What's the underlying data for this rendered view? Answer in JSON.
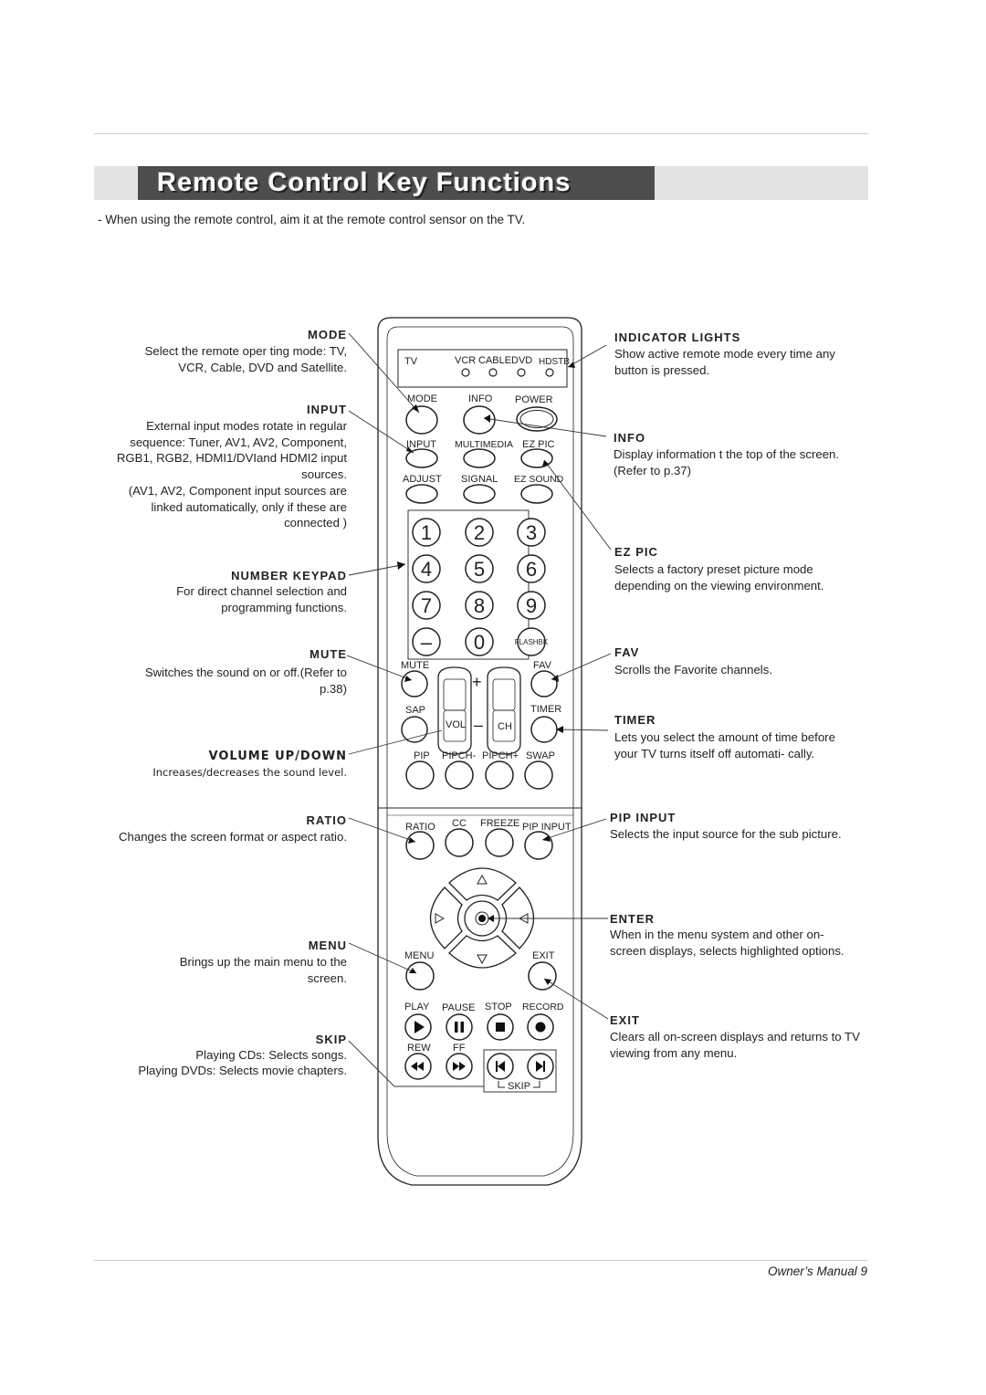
{
  "title": "Remote Control Key Functions",
  "intro": "-  When using the remote control, aim it at the remote control sensor on the TV.",
  "left_callouts": [
    {
      "label": "MODE",
      "desc": "Select the remote oper ting mode: TV, VCR, Cable, DVD and Satellite."
    },
    {
      "label": "INPUT",
      "desc": "External input modes rotate in regular sequence: Tuner, AV1, AV2, Component, RGB1, RGB2, HDMI1/DVIand HDMI2 input sources.",
      "note": "(AV1, AV2, Component  input sources are linked automatically, only if these are connected )"
    },
    {
      "label": "NUMBER KEYPAD",
      "desc": "For direct channel selection and programming functions."
    },
    {
      "label": "MUTE",
      "desc": "Switches the sound on or off.(Refer to p.38)"
    },
    {
      "label": "VOLUME UP/DOWN",
      "desc": "Increases/decreases the sound level."
    },
    {
      "label": "RATIO",
      "desc": "Changes the screen format or aspect ratio."
    },
    {
      "label": "MENU",
      "desc": "Brings up the main menu to the screen."
    },
    {
      "label": "SKIP",
      "desc": "Playing CDs: Selects songs.",
      "desc2": "Playing DVDs: Selects movie chapters."
    }
  ],
  "right_callouts": [
    {
      "label": "INDICATOR LIGHTS",
      "desc": "Show active remote mode every time any button is pressed."
    },
    {
      "label": "INFO",
      "desc": "Display information t the top of the screen. (Refer to p.37)"
    },
    {
      "label": "EZ PIC",
      "desc": "Selects a factory preset picture mode depending on the viewing environment."
    },
    {
      "label": "FAV",
      "desc": "Scrolls the Favorite channels."
    },
    {
      "label": "TIMER",
      "desc": "Lets you select the amount of time before your TV turns itself off automati- cally."
    },
    {
      "label": "PIP INPUT",
      "desc": "Selects the input source for the sub picture."
    },
    {
      "label": "ENTER",
      "desc": "When in the menu system and other on-screen displays, selects highlighted options."
    },
    {
      "label": "EXIT",
      "desc": "Clears all on-screen displays and returns to TV viewing from any menu."
    }
  ],
  "remote": {
    "indicator_labels": [
      "TV",
      "VCR",
      "CABLE",
      "DVD",
      "HDSTB"
    ],
    "row1": [
      "MODE",
      "INFO",
      "POWER"
    ],
    "row2": [
      "INPUT",
      "MULTIMEDIA",
      "EZ PIC"
    ],
    "row3": [
      "ADJUST",
      "SIGNAL",
      "EZ SOUND"
    ],
    "keypad": [
      "1",
      "2",
      "3",
      "4",
      "5",
      "6",
      "7",
      "8",
      "9",
      "–",
      "0",
      "FLASHBK"
    ],
    "mute_label": "MUTE",
    "fav_label": "FAV",
    "sap_label": "SAP",
    "timer_label": "TIMER",
    "vol_label": "VOL",
    "ch_label": "CH",
    "plus": "+",
    "minus": "–",
    "pip_row": [
      "PIP",
      "PIPCH-",
      "PIPCH+",
      "SWAP"
    ],
    "ratio_row": [
      "RATIO",
      "CC",
      "FREEZE",
      "PIP INPUT"
    ],
    "menu_label": "MENU",
    "exit_label": "EXIT",
    "transport": [
      "PLAY",
      "PAUSE",
      "STOP",
      "RECORD"
    ],
    "rew_label": "REW",
    "ff_label": "FF",
    "skip_label": "SKIP"
  },
  "footer": "Owner’s Manual   9"
}
